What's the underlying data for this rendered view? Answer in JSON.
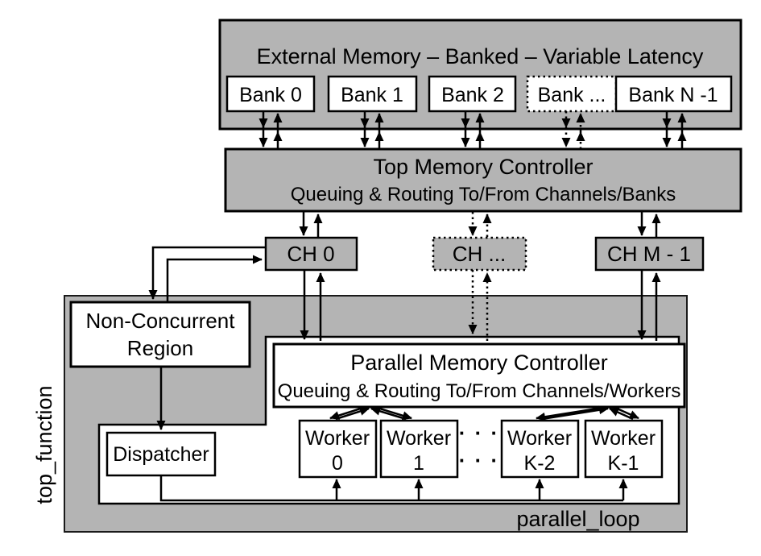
{
  "colors": {
    "block_gray": "#b4b4b4",
    "line_black": "#000000",
    "background": "#ffffff"
  },
  "external_memory": {
    "title": "External Memory – Banked – Variable Latency",
    "banks": [
      "Bank 0",
      "Bank 1",
      "Bank 2",
      "Bank ...",
      "Bank N -1"
    ]
  },
  "top_memory_controller": {
    "line1": "Top Memory Controller",
    "line2": "Queuing & Routing To/From Channels/Banks"
  },
  "channels": [
    "CH 0",
    "CH ...",
    "CH M - 1"
  ],
  "top_function": {
    "label": "top_function",
    "non_concurrent_region": {
      "line1": "Non-Concurrent",
      "line2": "Region"
    },
    "dispatcher": "Dispatcher"
  },
  "parallel_loop": {
    "label": "parallel_loop",
    "parallel_memory_controller": {
      "line1": "Parallel Memory Controller",
      "line2": "Queuing & Routing To/From Channels/Workers"
    },
    "workers": [
      {
        "line1": "Worker",
        "line2": "0"
      },
      {
        "line1": "Worker",
        "line2": "1"
      },
      {
        "line1": "Worker",
        "line2": "K-2"
      },
      {
        "line1": "Worker",
        "line2": "K-1"
      }
    ],
    "ellipsis": "· · ·"
  }
}
